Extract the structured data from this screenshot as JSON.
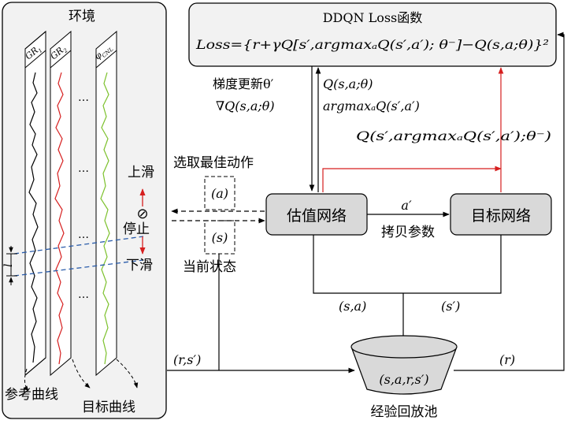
{
  "environment": {
    "title": "环境",
    "columns": [
      {
        "label": "GR1",
        "label_main": "GR",
        "label_sub": "1",
        "curve_color": "#000000"
      },
      {
        "label": "GR2",
        "label_main": "GR",
        "label_sub": "2",
        "curve_color": "#d61f1f"
      },
      {
        "label": "φCNL",
        "label_main": "φ",
        "label_sub": "CNL",
        "curve_color": "#7cc12c"
      }
    ],
    "ellipsis": [
      "…",
      "…",
      "…",
      "…"
    ],
    "window_label": "l",
    "action_up": "上滑",
    "action_stop": "停止",
    "action_down": "下滑",
    "stop_symbol": "⊘",
    "curve_ref_label": "参考曲线",
    "curve_target_label": "目标曲线"
  },
  "loss_box": {
    "title": "DDQN Loss函数",
    "formula": "Loss={r+γQ[s′,argmaxₐQ(s′,a′); θ⁻]−Q(s,a;θ)}²"
  },
  "labels": {
    "grad_update": "梯度更新θ′",
    "grad": "∇Q(s,a;θ)",
    "q_sa": "Q(s,a;θ)",
    "argmax": "argmaxₐQ(s′,a′)",
    "target_q": "Q(s′,argmaxₐQ(s′,a′);θ⁻)",
    "select_action": "选取最佳动作",
    "a_box": "(a)",
    "s_box": "(s)",
    "current_state": "当前状态",
    "a_prime": "a′",
    "copy_params": "拷贝参数",
    "sa": "(s,a)",
    "s_prime": "(s′)",
    "r_sprime": "(r,s′)",
    "r": "(r)",
    "pool_content": "(s,a,r,s′)",
    "pool_label": "经验回放池"
  },
  "networks": {
    "estimate": "估值网络",
    "target": "目标网络"
  },
  "colors": {
    "box_fill": "#d9d9d9",
    "env_fill": "#f2f2f2",
    "accent_red": "#d61f1f",
    "accent_blue": "#2a5caa",
    "green": "#7cc12c"
  }
}
